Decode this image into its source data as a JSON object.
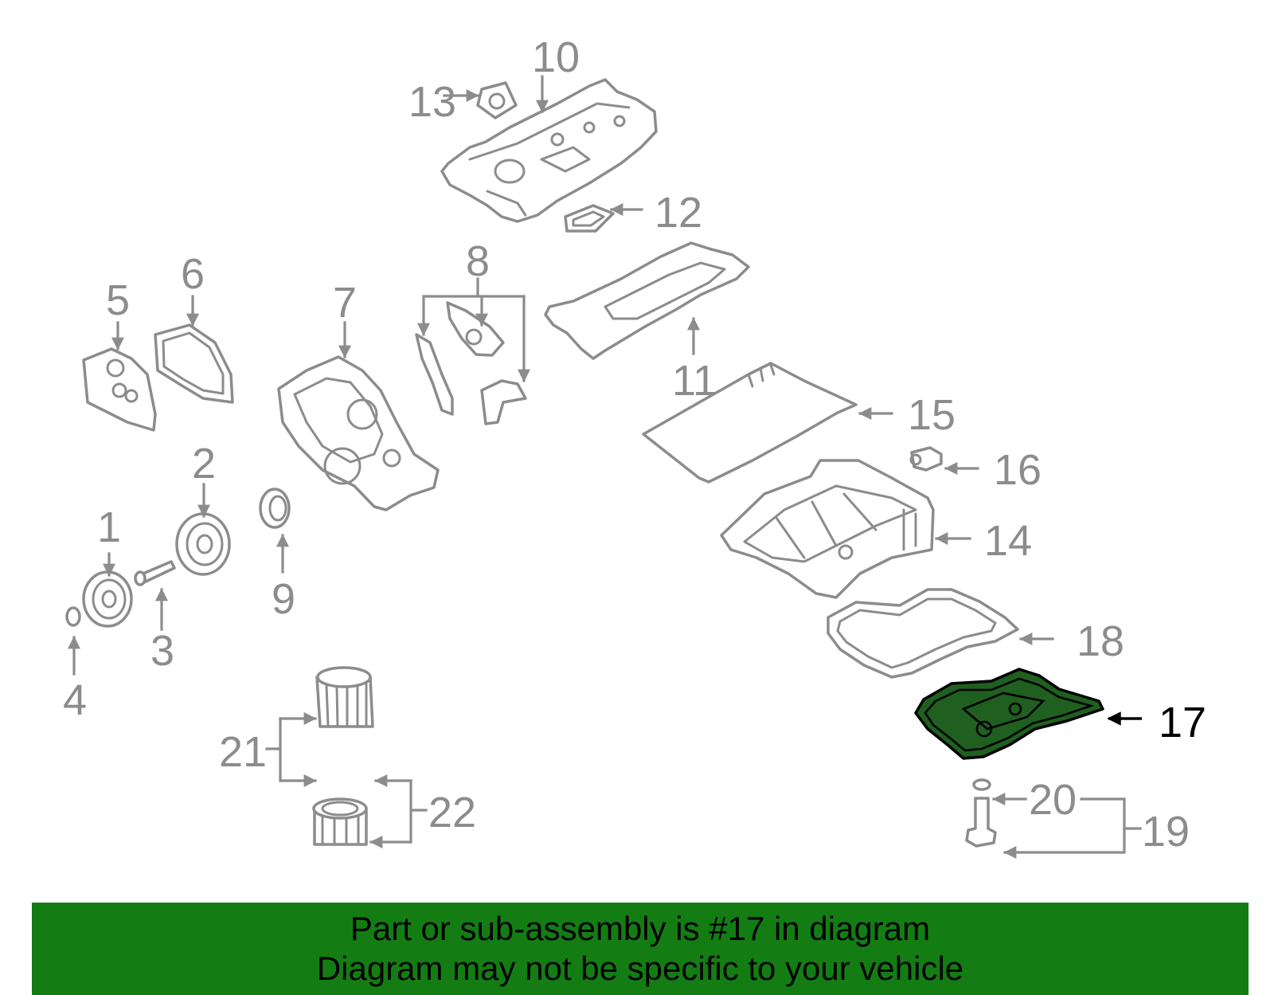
{
  "diagram": {
    "callouts": [
      {
        "id": "1",
        "label": "1"
      },
      {
        "id": "2",
        "label": "2"
      },
      {
        "id": "3",
        "label": "3"
      },
      {
        "id": "4",
        "label": "4"
      },
      {
        "id": "5",
        "label": "5"
      },
      {
        "id": "6",
        "label": "6"
      },
      {
        "id": "7",
        "label": "7"
      },
      {
        "id": "8",
        "label": "8"
      },
      {
        "id": "9",
        "label": "9"
      },
      {
        "id": "10",
        "label": "10"
      },
      {
        "id": "11",
        "label": "11"
      },
      {
        "id": "12",
        "label": "12"
      },
      {
        "id": "13",
        "label": "13"
      },
      {
        "id": "14",
        "label": "14"
      },
      {
        "id": "15",
        "label": "15"
      },
      {
        "id": "16",
        "label": "16"
      },
      {
        "id": "17",
        "label": "17",
        "highlighted": true
      },
      {
        "id": "18",
        "label": "18"
      },
      {
        "id": "19",
        "label": "19"
      },
      {
        "id": "20",
        "label": "20"
      },
      {
        "id": "21",
        "label": "21"
      },
      {
        "id": "22",
        "label": "22"
      }
    ],
    "highlighted_part": "17",
    "colors": {
      "line_art": "#8c8c8c",
      "highlight_fill": "#1f5f1f",
      "highlight_outline": "#000000",
      "banner_background": "#137d13",
      "banner_text": "#000000"
    }
  },
  "footer": {
    "line1": "Part or sub-assembly is #17 in diagram",
    "line2": "Diagram may not be specific to your vehicle"
  }
}
